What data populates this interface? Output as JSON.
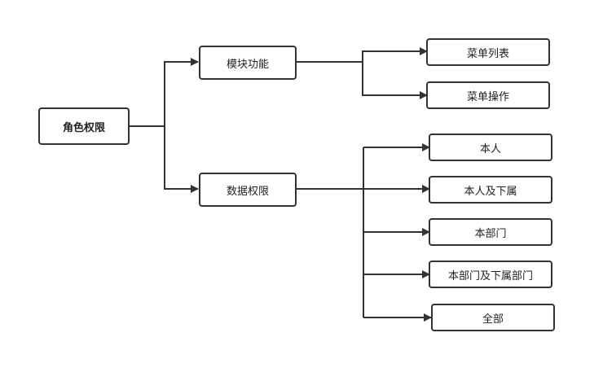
{
  "diagram": {
    "root": {
      "label": "角色权限"
    },
    "level1": [
      {
        "label": "模块功能"
      },
      {
        "label": "数据权限"
      }
    ],
    "module_children": [
      {
        "label": "菜单列表"
      },
      {
        "label": "菜单操作"
      }
    ],
    "data_children": [
      {
        "label": "本人"
      },
      {
        "label": "本人及下属"
      },
      {
        "label": "本部门"
      },
      {
        "label": "本部门及下属部门"
      },
      {
        "label": "全部"
      }
    ],
    "colors": {
      "stroke": "#333333",
      "node_fill": "#ffffff",
      "text": "#222222"
    }
  }
}
